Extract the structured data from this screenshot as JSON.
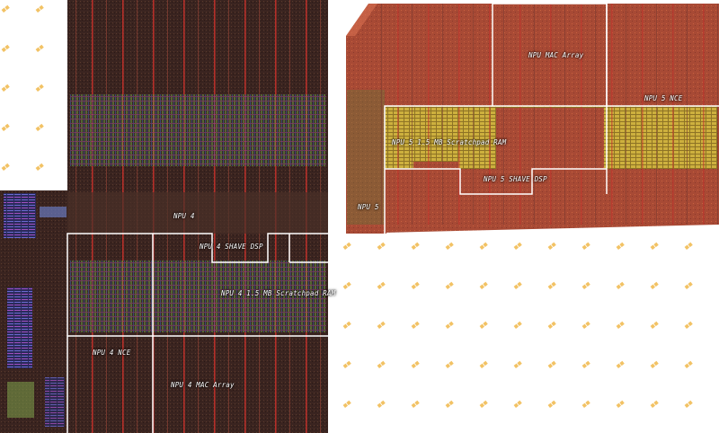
{
  "image": {
    "description_labels": {
      "npu4": "NPU 4",
      "npu4_shave": "NPU 4 SHAVE DSP",
      "npu4_scratch": "NPU 4 1.5 MB Scratchpad RAM",
      "npu4_nce": "NPU 4 NCE",
      "npu4_mac": "NPU 4 MAC Array",
      "npu5_mac": "NPU MAC Array",
      "npu5_nce": "NPU 5 NCE",
      "npu5_scratch": "NPU 5 1.5 MB Scratchpad RAM",
      "npu5_shave": "NPU 5 SHAVE DSP",
      "npu5": "NPU 5"
    },
    "colors": {
      "die_base": "#4a2c22",
      "die_dark": "#2a1a16",
      "die_orange": "#b8573a",
      "sram_yellow": "#c9b437",
      "sram_green": "#5f8f4a",
      "sram_blue": "#3b5fa8",
      "red_lines": "#c3302a",
      "outline": "#ffffff"
    }
  }
}
